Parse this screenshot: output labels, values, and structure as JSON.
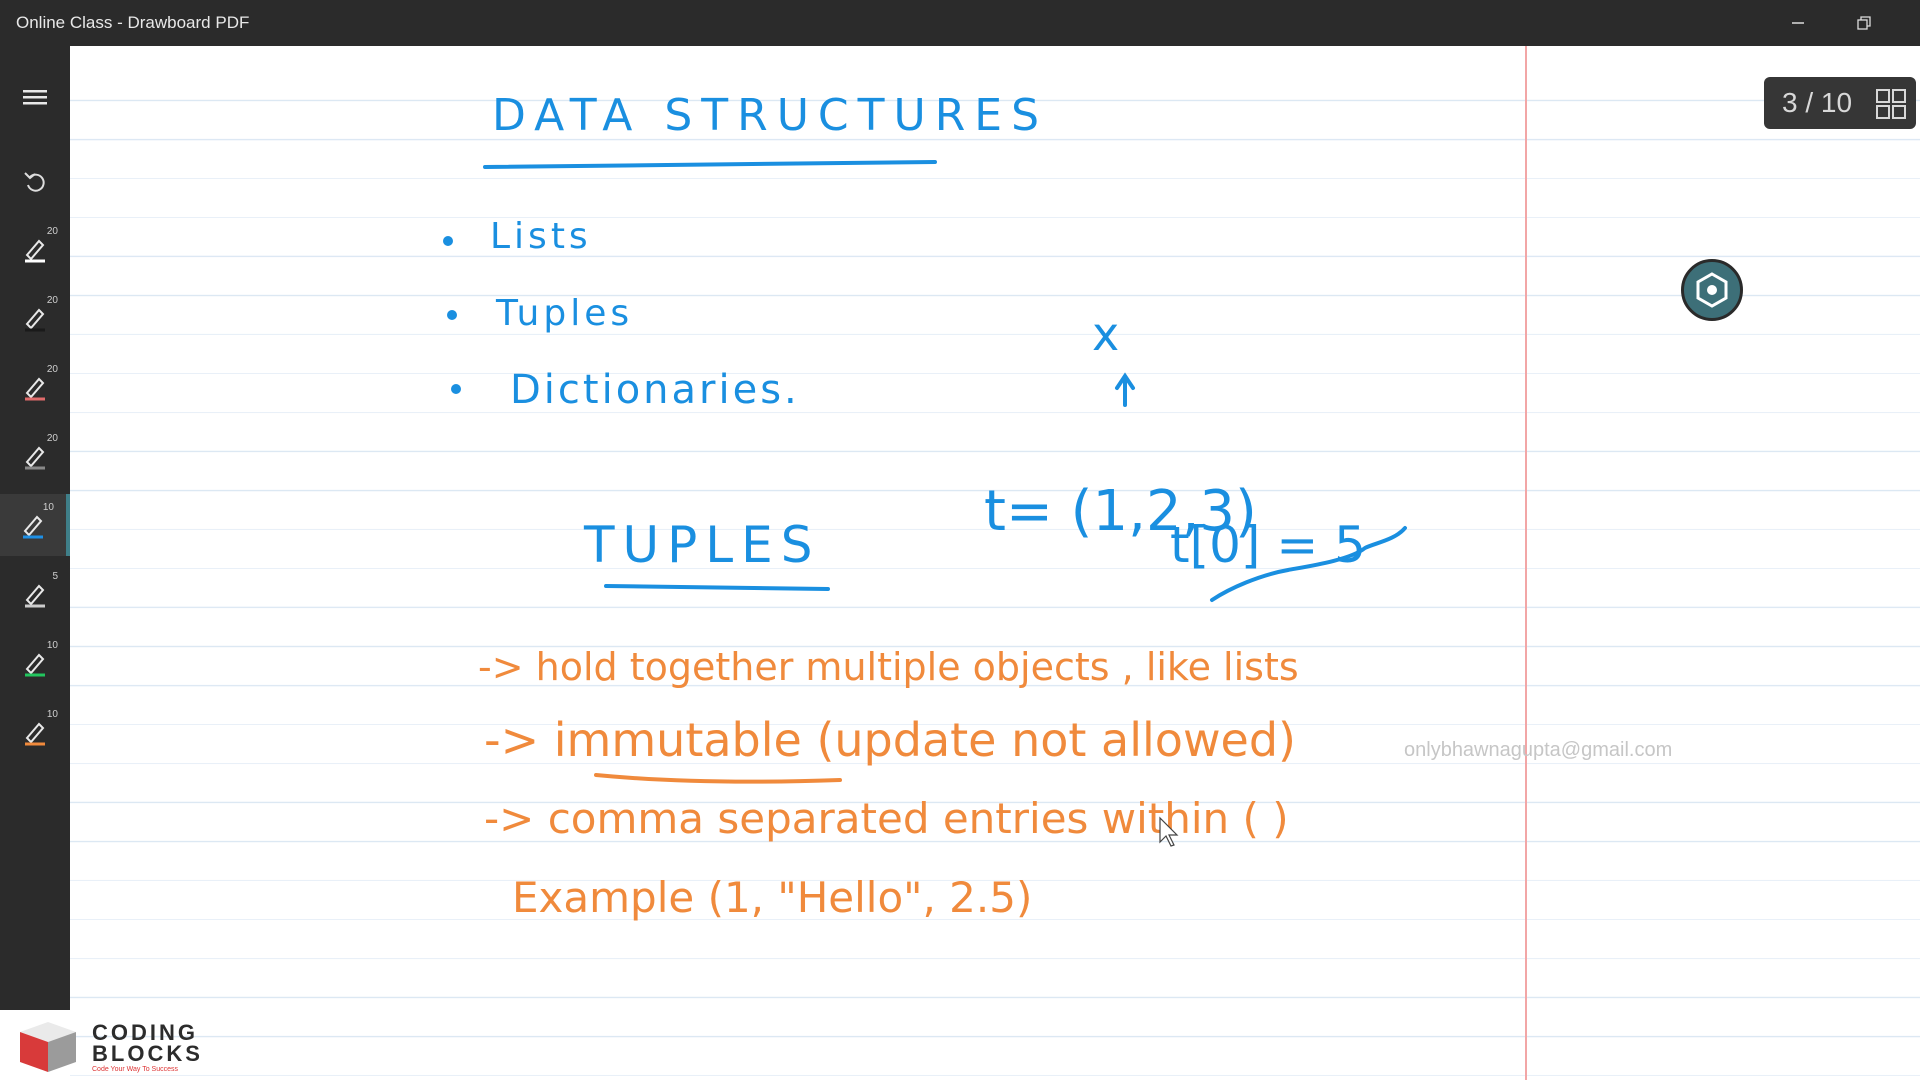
{
  "window": {
    "title": "Online Class - Drawboard PDF"
  },
  "sidebar": {
    "tools": [
      {
        "icon": "pen-icon",
        "size": "20",
        "color": "#ffffff"
      },
      {
        "icon": "pen-icon",
        "size": "20",
        "color": "#1a1a1a"
      },
      {
        "icon": "pen-icon",
        "size": "20",
        "color": "#e06b6b"
      },
      {
        "icon": "pen-icon",
        "size": "20",
        "color": "#888888"
      },
      {
        "icon": "pen-icon",
        "size": "10",
        "color": "#1e90e6",
        "active": true
      },
      {
        "icon": "pen-icon",
        "size": "5",
        "color": "#cccccc"
      },
      {
        "icon": "pen-icon",
        "size": "10",
        "color": "#22c55e"
      },
      {
        "icon": "pen-icon",
        "size": "10",
        "color": "#f08a3c"
      }
    ]
  },
  "page_indicator": {
    "text": "3 / 10"
  },
  "watermark": "onlybhawnagupta@gmail.com",
  "notes": {
    "blue_color": "#1a8fe0",
    "orange_color": "#f08a3c",
    "heading1": "DATA STRUCTURES",
    "bullets": [
      "Lists",
      "Tuples",
      "Dictionaries."
    ],
    "heading2": "TUPLES",
    "example_eq1": "t= (1,2,3)",
    "example_x": "x",
    "example_eq2": "t[0] = 5",
    "points": [
      "-> hold together multiple objects , like lists",
      "-> immutable (update not allowed)",
      "-> comma separated entries within ( )",
      "Example   (1, \"Hello\", 2.5)"
    ]
  },
  "logo": {
    "line1": "CODING",
    "line2": "BLOCKS",
    "tagline": "Code Your Way To Success"
  }
}
